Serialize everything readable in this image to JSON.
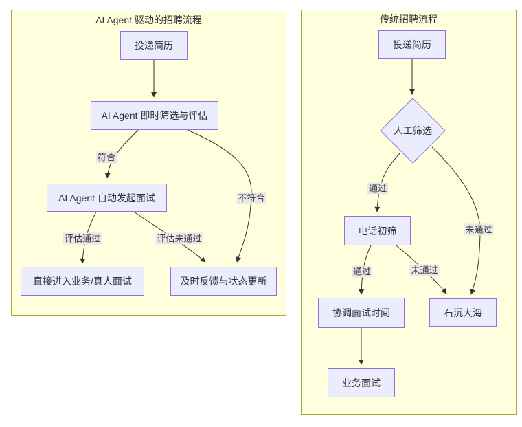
{
  "diagram": {
    "left_cluster": {
      "title": "AI Agent 驱动的招聘流程",
      "nodes": {
        "submit_resume": "投递简历",
        "ai_screening": "AI Agent 即时筛选与评估",
        "ai_interview": "AI Agent 自动发起面试",
        "direct_interview": "直接进入业务/真人面试",
        "feedback_update": "及时反馈与状态更新"
      },
      "edge_labels": {
        "match": "符合",
        "no_match": "不符合",
        "eval_pass": "评估通过",
        "eval_fail": "评估未通过"
      }
    },
    "right_cluster": {
      "title": "传统招聘流程",
      "nodes": {
        "submit_resume": "投递简历",
        "manual_screening": "人工筛选",
        "phone_screening": "电话初筛",
        "schedule_interview": "协调面试时间",
        "no_response": "石沉大海",
        "business_interview": "业务面试"
      },
      "edge_labels": {
        "pass_to_phone": "通过",
        "fail_to_sea": "未通过",
        "pass_to_schedule": "通过",
        "fail_to_sea2": "未通过"
      }
    },
    "colors": {
      "cluster_fill": "#ffffde",
      "cluster_border": "#aaaa33",
      "node_fill": "#ececff",
      "node_border": "#9370db",
      "edge_stroke": "#333333",
      "edge_label_bg": "#e8e8e8",
      "text": "#333333"
    }
  }
}
